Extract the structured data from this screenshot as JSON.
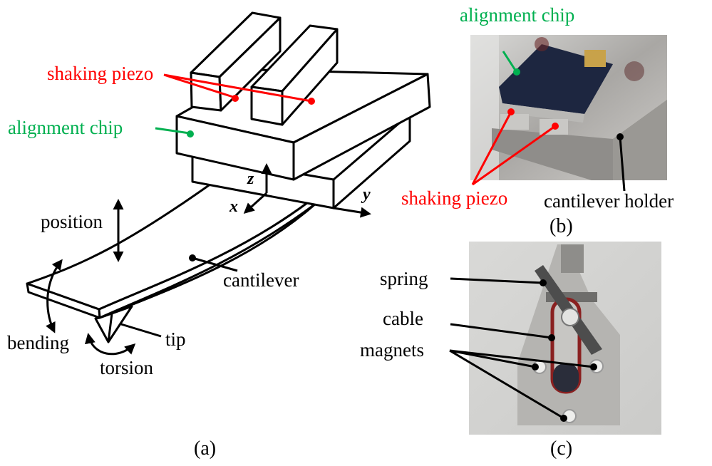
{
  "figure": {
    "panel_a": {
      "caption": "(a)",
      "labels": {
        "shaking_piezo": "shaking piezo",
        "alignment_chip": "alignment chip",
        "position": "position",
        "cantilever": "cantilever",
        "bending": "bending",
        "tip": "tip",
        "torsion": "torsion"
      },
      "axes": {
        "x": "x",
        "y": "y",
        "z": "z"
      }
    },
    "panel_b": {
      "caption": "(b)",
      "labels": {
        "alignment_chip": "alignment chip",
        "shaking_piezo": "shaking piezo",
        "cantilever_holder": "cantilever holder"
      }
    },
    "panel_c": {
      "caption": "(c)",
      "labels": {
        "spring": "spring",
        "cable": "cable",
        "magnets": "magnets"
      }
    },
    "colors": {
      "red_label": "#ff0000",
      "green_label": "#00b050",
      "black_label": "#000000"
    }
  }
}
